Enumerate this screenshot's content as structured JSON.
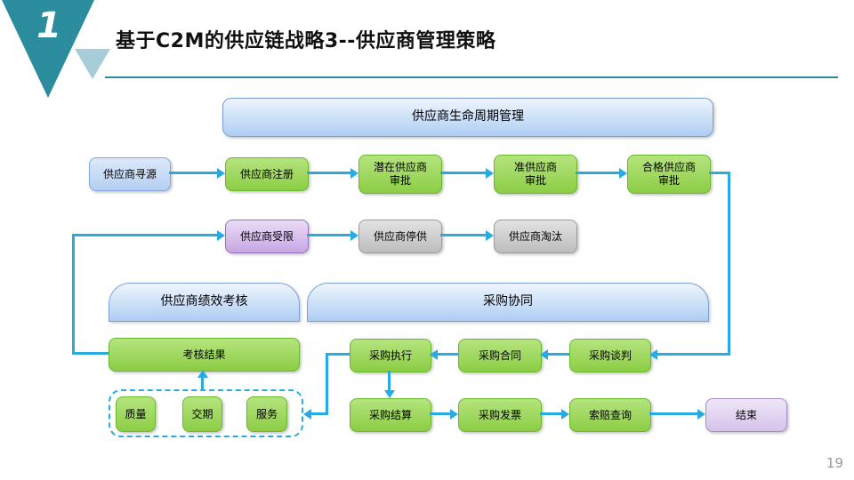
{
  "slide": {
    "badge_number": "1",
    "title": "基于C2M的供应链战略3--供应商管理策略",
    "page_number": "19"
  },
  "colors": {
    "header_teal": "#2b8c9e",
    "header_teal_light": "#a6cdd8",
    "arrow": "#29abe2",
    "node_green": "#8ccd45",
    "node_blue": "#b4cff2",
    "node_purple": "#c7a7e3",
    "node_purple_light": "#d5c3ea",
    "node_gray": "#bdbdbd"
  },
  "nodes": {
    "lifecycle_header": "供应商生命周期管理",
    "sourcing": "供应商寻源",
    "registration": "供应商注册",
    "potential_approval": "潜在供应商\n审批",
    "quasi_approval": "准供应商\n审批",
    "qualified_approval": "合格供应商\n审批",
    "restricted": "供应商受限",
    "stop_supply": "供应商停供",
    "eliminated": "供应商淘汰",
    "performance_header": "供应商绩效考核",
    "procurement_header": "采购协同",
    "assessment_result": "考核结果",
    "po_execution": "采购执行",
    "po_contract": "采购合同",
    "po_negotiation": "采购谈判",
    "quality": "质量",
    "delivery": "交期",
    "service": "服务",
    "po_settlement": "采购结算",
    "po_invoice": "采购发票",
    "claim_query": "索赔查询",
    "end": "结束"
  }
}
